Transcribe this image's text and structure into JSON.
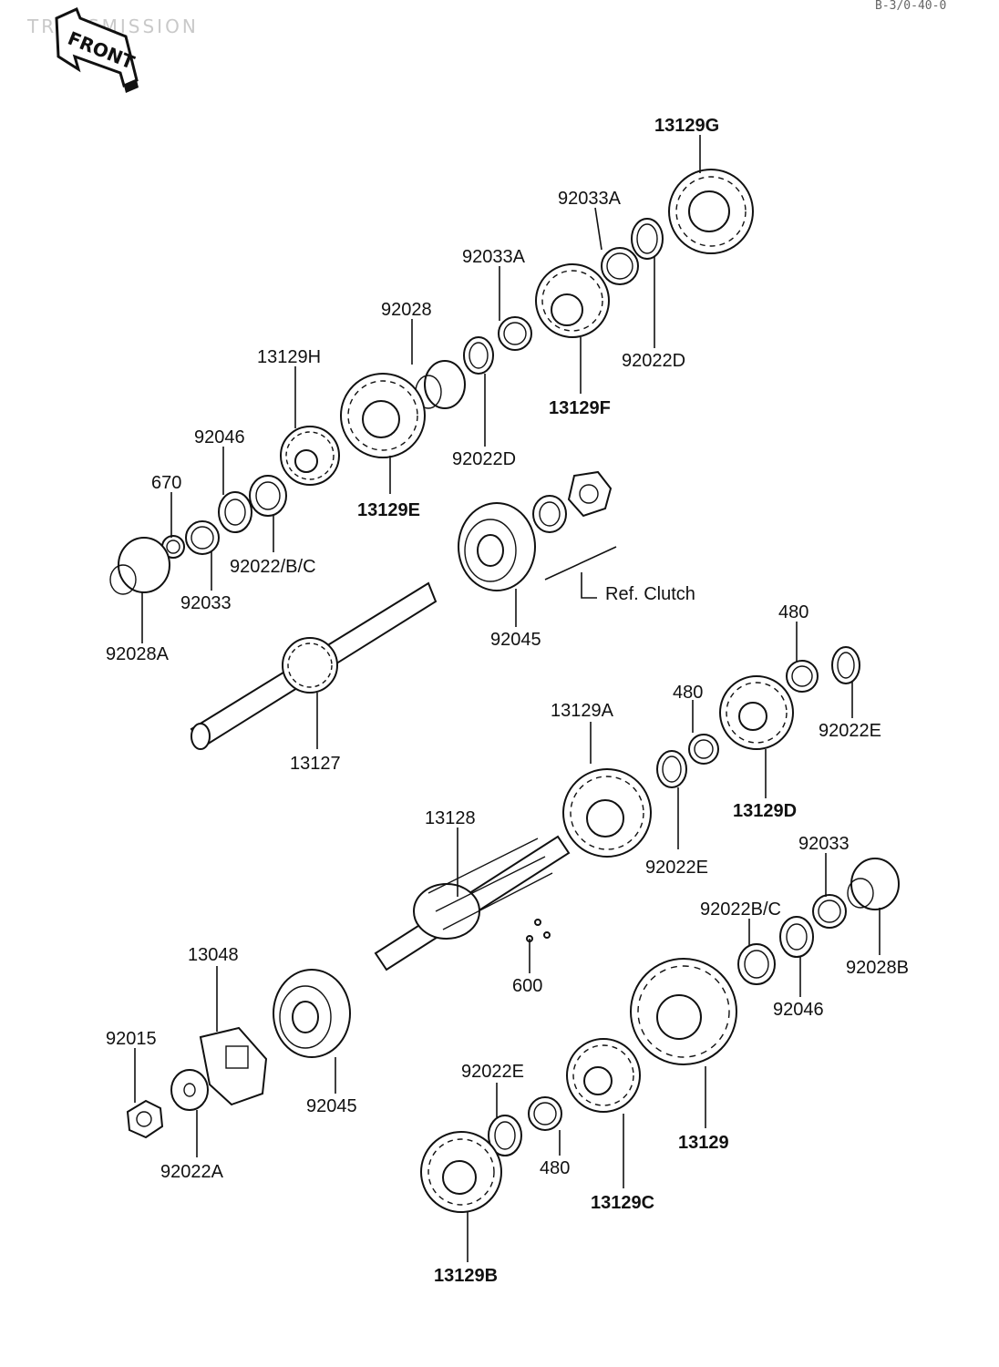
{
  "header": {
    "watermark": "TRANSMISSION",
    "code": "B-3/0-40-0",
    "front_badge": "FRONT"
  },
  "parts": {
    "p13129G": "13129G",
    "p92033A_1": "92033A",
    "p92033A_2": "92033A",
    "p92028": "92028",
    "p13129H": "13129H",
    "p92046_1": "92046",
    "p670": "670",
    "p13129F": "13129F",
    "p92022D_1": "92022D",
    "p92022D_2": "92022D",
    "p13129E": "13129E",
    "p92022BC_1": "92022/B/C",
    "p92033_1": "92033",
    "p92028A": "92028A",
    "p92045_1": "92045",
    "ref_clutch": "Ref. Clutch",
    "p480_1": "480",
    "p480_2": "480",
    "p13129A": "13129A",
    "p92022E_1": "92022E",
    "p13127": "13127",
    "p13129D": "13129D",
    "p92033_2": "92033",
    "p13128": "13128",
    "p92022E_2": "92022E",
    "p92022BC_2": "92022B/C",
    "p92028B": "92028B",
    "p600": "600",
    "p92046_2": "92046",
    "p13048": "13048",
    "p92015": "92015",
    "p92045_2": "92045",
    "p92022E_3": "92022E",
    "p13129": "13129",
    "p92022A": "92022A",
    "p480_3": "480",
    "p13129C": "13129C",
    "p13129B": "13129B"
  }
}
